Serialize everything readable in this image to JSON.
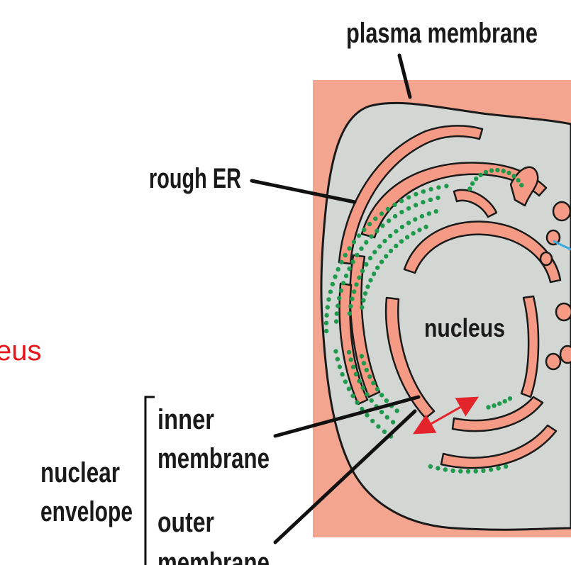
{
  "labels": {
    "plasma_membrane": "plasma membrane",
    "rough_er": "rough ER",
    "nucleus": "nucleus",
    "nuclear_line1": "nuclear",
    "nuclear_line2": "envelope",
    "inner_line1": "inner",
    "inner_line2": "membrane",
    "outer_line1": "outer",
    "outer_line2": "membrane",
    "cutoff_text": "eus"
  },
  "colors": {
    "background_salmon": "#f4a590",
    "cytoplasm": "#d3d7d4",
    "organelle": "#f49a85",
    "outline": "#1a1a1a",
    "ribosome": "#1f9a4c",
    "pointer_line": "#111111",
    "arrow": "#e3242b",
    "cutoff_text": "#e8141b",
    "blue_line": "#3aa7dd"
  },
  "icons": {
    "double_arrow": "red-double-arrow-icon"
  }
}
